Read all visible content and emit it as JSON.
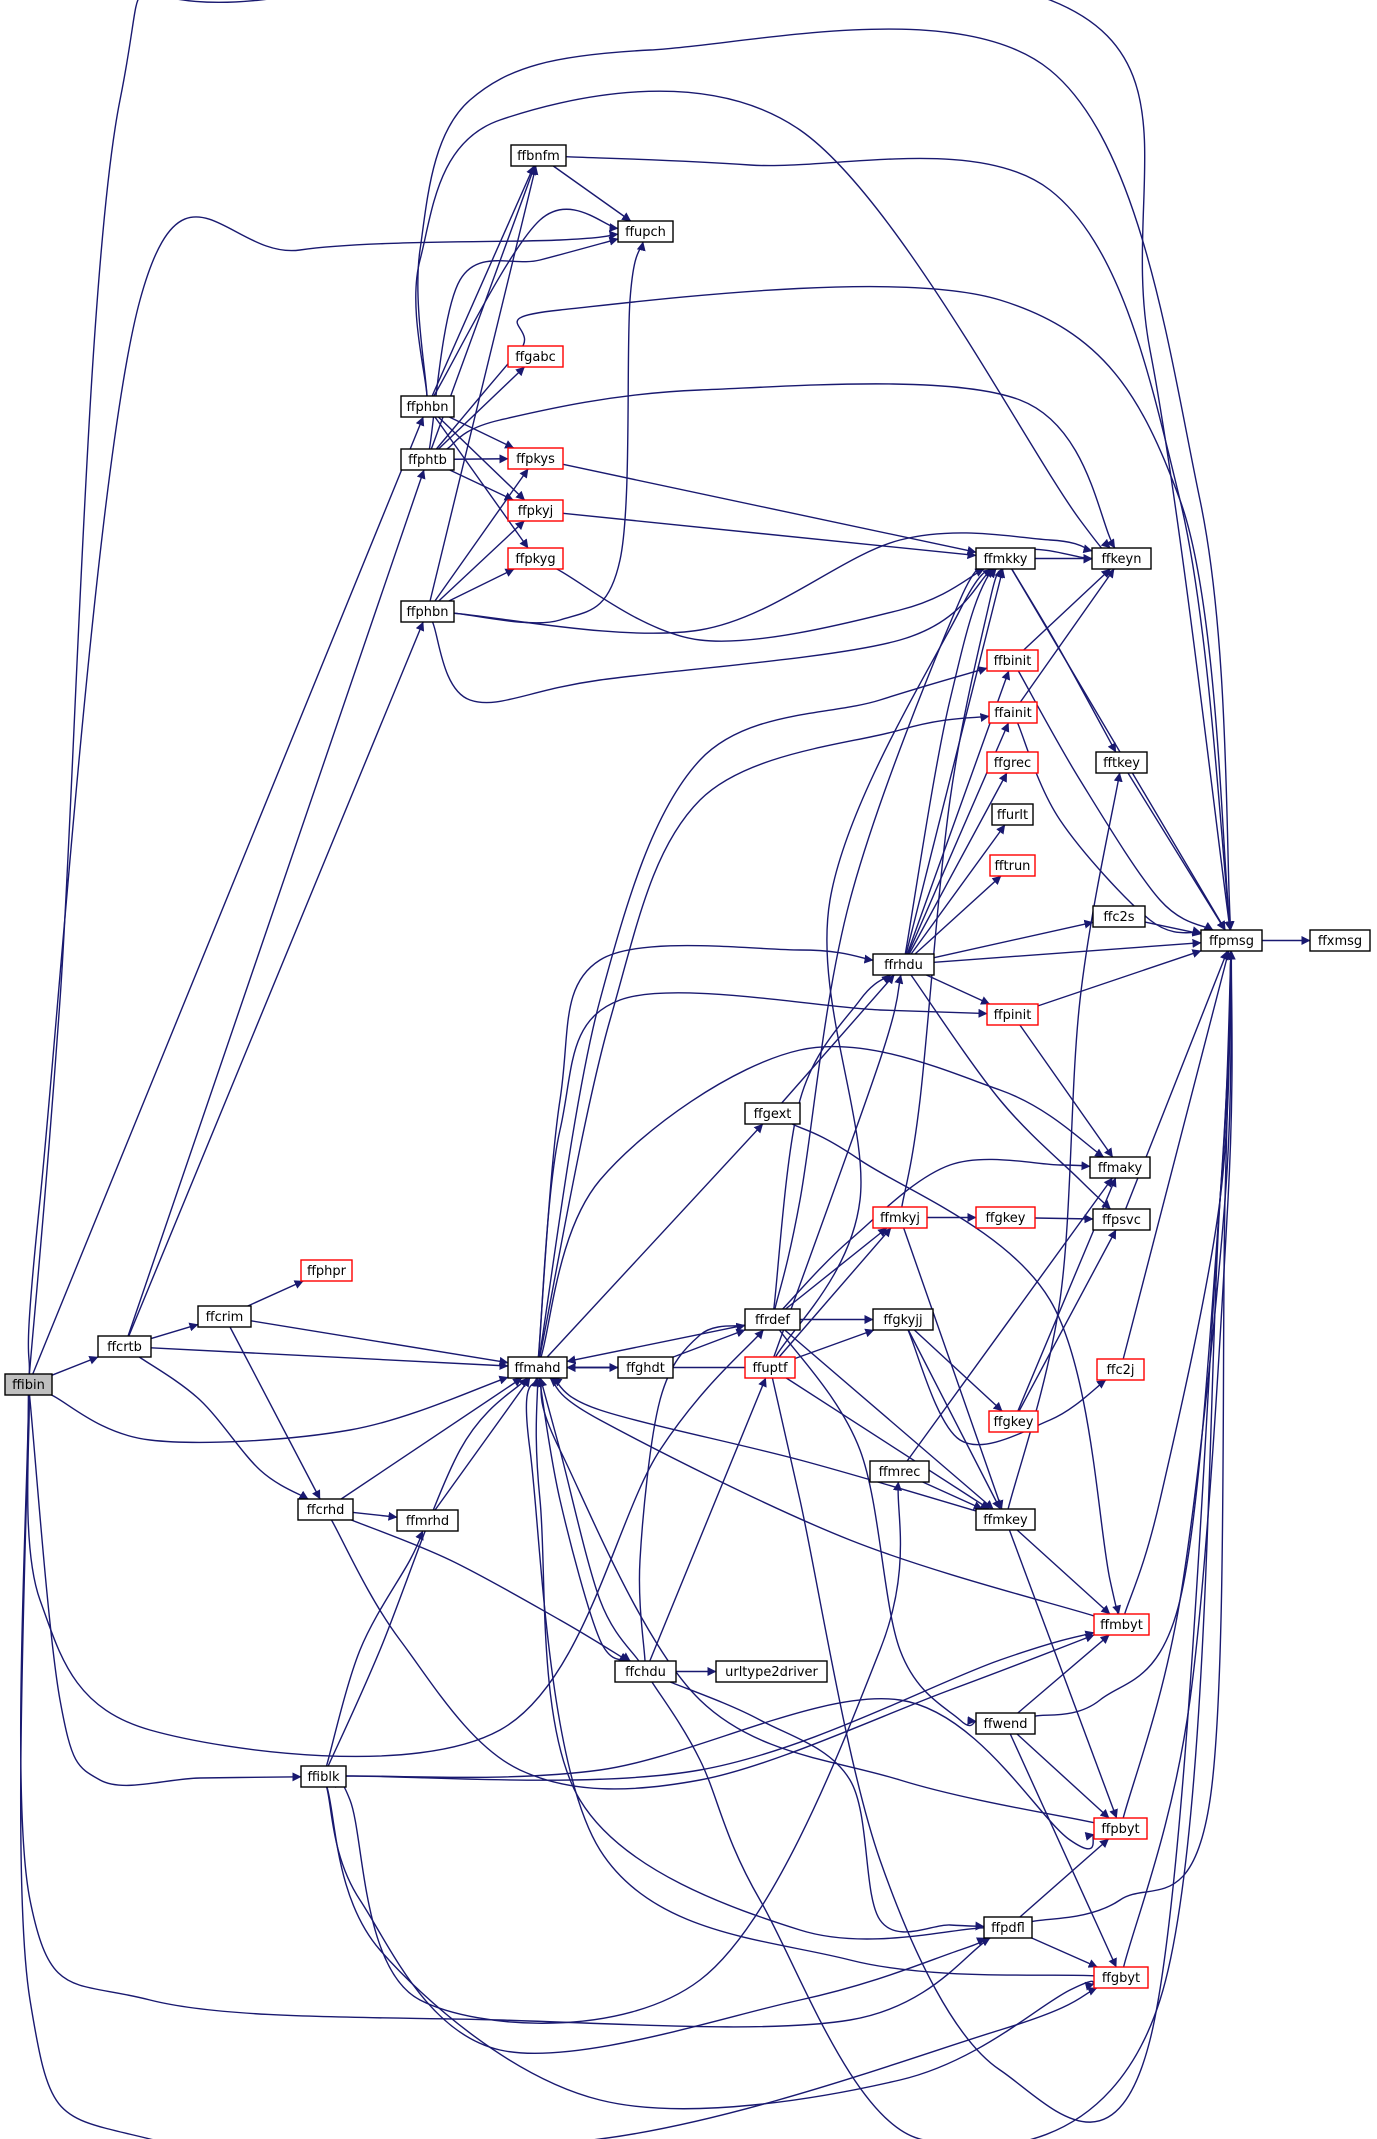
{
  "diagram": {
    "kind": "call-graph",
    "colors": {
      "edge": "#191970",
      "node_border": "#000000",
      "truncated_border": "#ff0000",
      "root_fill": "#bfbfbf"
    },
    "nodes": [
      {
        "id": "ffibin",
        "label": "ffibin",
        "root": true
      },
      {
        "id": "ffcrtb",
        "label": "ffcrtb"
      },
      {
        "id": "ffcrim",
        "label": "ffcrim"
      },
      {
        "id": "ffphpr",
        "label": "ffphpr",
        "truncated": true
      },
      {
        "id": "ffphbn_a",
        "label": "ffphbn"
      },
      {
        "id": "ffphtb",
        "label": "ffphtb"
      },
      {
        "id": "ffphbn_b",
        "label": "ffphbn"
      },
      {
        "id": "ffbnfm",
        "label": "ffbnfm"
      },
      {
        "id": "ffupch",
        "label": "ffupch"
      },
      {
        "id": "ffgabc",
        "label": "ffgabc",
        "truncated": true
      },
      {
        "id": "ffpkys",
        "label": "ffpkys",
        "truncated": true
      },
      {
        "id": "ffpkyj",
        "label": "ffpkyj",
        "truncated": true
      },
      {
        "id": "ffpkyg",
        "label": "ffpkyg",
        "truncated": true
      },
      {
        "id": "ffmahd",
        "label": "ffmahd"
      },
      {
        "id": "ffghdt",
        "label": "ffghdt"
      },
      {
        "id": "ffcrhd",
        "label": "ffcrhd"
      },
      {
        "id": "ffmrhd",
        "label": "ffmrhd"
      },
      {
        "id": "ffiblk",
        "label": "ffiblk"
      },
      {
        "id": "ffchdu",
        "label": "ffchdu"
      },
      {
        "id": "urltype2driver",
        "label": "urltype2driver"
      },
      {
        "id": "ffgext",
        "label": "ffgext"
      },
      {
        "id": "ffrdef",
        "label": "ffrdef"
      },
      {
        "id": "ffuptf",
        "label": "ffuptf",
        "truncated": true
      },
      {
        "id": "ffmkyj",
        "label": "ffmkyj",
        "truncated": true
      },
      {
        "id": "ffgkyjj",
        "label": "ffgkyjj"
      },
      {
        "id": "ffmrec",
        "label": "ffmrec"
      },
      {
        "id": "ffmkey",
        "label": "ffmkey"
      },
      {
        "id": "ffwend",
        "label": "ffwend"
      },
      {
        "id": "ffpdfl",
        "label": "ffpdfl"
      },
      {
        "id": "ffrhdu",
        "label": "ffrhdu"
      },
      {
        "id": "ffmkky",
        "label": "ffmkky"
      },
      {
        "id": "ffbinit",
        "label": "ffbinit",
        "truncated": true
      },
      {
        "id": "ffainit",
        "label": "ffainit",
        "truncated": true
      },
      {
        "id": "ffgrec",
        "label": "ffgrec",
        "truncated": true
      },
      {
        "id": "ffurlt",
        "label": "ffurlt"
      },
      {
        "id": "fftrun",
        "label": "fftrun",
        "truncated": true
      },
      {
        "id": "ffpinit",
        "label": "ffpinit",
        "truncated": true
      },
      {
        "id": "ffgkey_a",
        "label": "ffgkey",
        "truncated": true
      },
      {
        "id": "ffgkey_b",
        "label": "ffgkey",
        "truncated": true
      },
      {
        "id": "ffkeyn",
        "label": "ffkeyn"
      },
      {
        "id": "fftkey",
        "label": "fftkey"
      },
      {
        "id": "ffc2s",
        "label": "ffc2s"
      },
      {
        "id": "ffmaky",
        "label": "ffmaky"
      },
      {
        "id": "ffpsvc",
        "label": "ffpsvc"
      },
      {
        "id": "ffc2j",
        "label": "ffc2j",
        "truncated": true
      },
      {
        "id": "ffmbyt",
        "label": "ffmbyt",
        "truncated": true
      },
      {
        "id": "ffpbyt",
        "label": "ffpbyt",
        "truncated": true
      },
      {
        "id": "ffgbyt",
        "label": "ffgbyt",
        "truncated": true
      },
      {
        "id": "ffpmsg",
        "label": "ffpmsg"
      },
      {
        "id": "ffxmsg",
        "label": "ffxmsg"
      }
    ],
    "edges": [
      [
        "ffibin",
        "ffcrtb"
      ],
      [
        "ffibin",
        "ffphbn_a"
      ],
      [
        "ffibin",
        "ffmahd"
      ],
      [
        "ffibin",
        "ffiblk"
      ],
      [
        "ffibin",
        "ffupch"
      ],
      [
        "ffibin",
        "ffpmsg"
      ],
      [
        "ffibin",
        "ffrdef"
      ],
      [
        "ffibin",
        "ffpdfl"
      ],
      [
        "ffibin",
        "ffgbyt"
      ],
      [
        "ffcrtb",
        "ffcrim"
      ],
      [
        "ffcrtb",
        "ffphtb"
      ],
      [
        "ffcrtb",
        "ffphbn_b"
      ],
      [
        "ffcrtb",
        "ffmahd"
      ],
      [
        "ffcrtb",
        "ffcrhd"
      ],
      [
        "ffcrim",
        "ffphpr"
      ],
      [
        "ffcrim",
        "ffmahd"
      ],
      [
        "ffcrim",
        "ffcrhd"
      ],
      [
        "ffphbn_a",
        "ffbnfm"
      ],
      [
        "ffphbn_a",
        "ffupch"
      ],
      [
        "ffphbn_a",
        "ffpkys"
      ],
      [
        "ffphbn_a",
        "ffpkyj"
      ],
      [
        "ffphbn_a",
        "ffpkyg"
      ],
      [
        "ffphbn_a",
        "ffpmsg"
      ],
      [
        "ffphbn_a",
        "ffkeyn"
      ],
      [
        "ffphtb",
        "ffbnfm"
      ],
      [
        "ffphtb",
        "ffupch"
      ],
      [
        "ffphtb",
        "ffgabc"
      ],
      [
        "ffphtb",
        "ffpkys"
      ],
      [
        "ffphtb",
        "ffpkyj"
      ],
      [
        "ffphtb",
        "ffpmsg"
      ],
      [
        "ffphtb",
        "ffkeyn"
      ],
      [
        "ffphbn_b",
        "ffbnfm"
      ],
      [
        "ffphbn_b",
        "ffupch"
      ],
      [
        "ffphbn_b",
        "ffpkys"
      ],
      [
        "ffphbn_b",
        "ffpkyj"
      ],
      [
        "ffphbn_b",
        "ffpkyg"
      ],
      [
        "ffphbn_b",
        "ffmkky"
      ],
      [
        "ffphbn_b",
        "ffkeyn"
      ],
      [
        "ffbnfm",
        "ffupch"
      ],
      [
        "ffbnfm",
        "ffpmsg"
      ],
      [
        "ffpkys",
        "ffmkky"
      ],
      [
        "ffpkyj",
        "ffmkky"
      ],
      [
        "ffpkyg",
        "ffmkky"
      ],
      [
        "ffmahd",
        "ffghdt"
      ],
      [
        "ffmahd",
        "ffchdu"
      ],
      [
        "ffmahd",
        "ffgext"
      ],
      [
        "ffmahd",
        "ffrhdu"
      ],
      [
        "ffmahd",
        "ffbinit"
      ],
      [
        "ffmahd",
        "ffainit"
      ],
      [
        "ffmahd",
        "ffpinit"
      ],
      [
        "ffmahd",
        "ffmaky"
      ],
      [
        "ffghdt",
        "ffmahd"
      ],
      [
        "ffghdt",
        "ffrdef"
      ],
      [
        "ffcrhd",
        "ffmahd"
      ],
      [
        "ffcrhd",
        "ffmrhd"
      ],
      [
        "ffcrhd",
        "ffchdu"
      ],
      [
        "ffcrhd",
        "ffmbyt"
      ],
      [
        "ffmrhd",
        "ffmahd"
      ],
      [
        "ffiblk",
        "ffmahd"
      ],
      [
        "ffiblk",
        "ffmrhd"
      ],
      [
        "ffiblk",
        "ffmrec"
      ],
      [
        "ffiblk",
        "ffmbyt"
      ],
      [
        "ffiblk",
        "ffpbyt"
      ],
      [
        "ffiblk",
        "ffpdfl"
      ],
      [
        "ffiblk",
        "ffgbyt"
      ],
      [
        "ffchdu",
        "urltype2driver"
      ],
      [
        "ffchdu",
        "ffmahd"
      ],
      [
        "ffchdu",
        "ffrdef"
      ],
      [
        "ffchdu",
        "ffuptf"
      ],
      [
        "ffchdu",
        "ffpdfl"
      ],
      [
        "ffchdu",
        "ffpmsg"
      ],
      [
        "ffgext",
        "ffrhdu"
      ],
      [
        "ffgext",
        "ffmbyt"
      ],
      [
        "ffrdef",
        "ffmahd"
      ],
      [
        "ffrdef",
        "ffrhdu"
      ],
      [
        "ffrdef",
        "ffmkyj"
      ],
      [
        "ffrdef",
        "ffgkyjj"
      ],
      [
        "ffrdef",
        "ffmkey"
      ],
      [
        "ffrdef",
        "ffwend"
      ],
      [
        "ffrdef",
        "ffmaky"
      ],
      [
        "ffrdef",
        "ffmkky"
      ],
      [
        "ffuptf",
        "ffmahd"
      ],
      [
        "ffuptf",
        "ffgkyjj"
      ],
      [
        "ffuptf",
        "ffmkyj"
      ],
      [
        "ffuptf",
        "ffmkey"
      ],
      [
        "ffuptf",
        "ffrhdu"
      ],
      [
        "ffuptf",
        "ffmkky"
      ],
      [
        "ffuptf",
        "ffpmsg"
      ],
      [
        "ffmkyj",
        "ffgkey_a"
      ],
      [
        "ffmkyj",
        "ffmkey"
      ],
      [
        "ffmkyj",
        "ffmkky"
      ],
      [
        "ffgkyjj",
        "ffgkey_b"
      ],
      [
        "ffgkyjj",
        "ffc2j"
      ],
      [
        "ffgkyjj",
        "ffmkey"
      ],
      [
        "ffmrec",
        "ffmkey"
      ],
      [
        "ffmrec",
        "ffmaky"
      ],
      [
        "ffmkey",
        "ffmahd"
      ],
      [
        "ffmkey",
        "ffmbyt"
      ],
      [
        "ffmkey",
        "ffpbyt"
      ],
      [
        "ffmkey",
        "fftkey"
      ],
      [
        "ffwend",
        "ffmbyt"
      ],
      [
        "ffwend",
        "ffpbyt"
      ],
      [
        "ffwend",
        "ffgbyt"
      ],
      [
        "ffwend",
        "ffpmsg"
      ],
      [
        "ffpdfl",
        "ffmahd"
      ],
      [
        "ffpdfl",
        "ffpbyt"
      ],
      [
        "ffpdfl",
        "ffgbyt"
      ],
      [
        "ffpdfl",
        "ffpmsg"
      ],
      [
        "ffrhdu",
        "ffmkky"
      ],
      [
        "ffrhdu",
        "ffbinit"
      ],
      [
        "ffrhdu",
        "ffainit"
      ],
      [
        "ffrhdu",
        "ffgrec"
      ],
      [
        "ffrhdu",
        "ffurlt"
      ],
      [
        "ffrhdu",
        "fftrun"
      ],
      [
        "ffrhdu",
        "ffc2s"
      ],
      [
        "ffrhdu",
        "ffpmsg"
      ],
      [
        "ffrhdu",
        "ffpinit"
      ],
      [
        "ffrhdu",
        "ffpsvc"
      ],
      [
        "ffrhdu",
        "ffkeyn"
      ],
      [
        "ffmkky",
        "ffkeyn"
      ],
      [
        "ffmkky",
        "fftkey"
      ],
      [
        "ffmkky",
        "ffpmsg"
      ],
      [
        "ffbinit",
        "ffkeyn"
      ],
      [
        "ffbinit",
        "ffpmsg"
      ],
      [
        "ffainit",
        "ffkeyn"
      ],
      [
        "ffainit",
        "ffpmsg"
      ],
      [
        "ffpinit",
        "ffpmsg"
      ],
      [
        "ffpinit",
        "ffmaky"
      ],
      [
        "ffgkey_a",
        "ffpsvc"
      ],
      [
        "ffgkey_b",
        "ffpsvc"
      ],
      [
        "ffgkey_b",
        "ffmaky"
      ],
      [
        "fftkey",
        "ffpmsg"
      ],
      [
        "ffc2s",
        "ffpmsg"
      ],
      [
        "ffpsvc",
        "ffpmsg"
      ],
      [
        "ffc2j",
        "ffpmsg"
      ],
      [
        "ffmbyt",
        "ffmahd"
      ],
      [
        "ffmbyt",
        "ffpmsg"
      ],
      [
        "ffpbyt",
        "ffmahd"
      ],
      [
        "ffpbyt",
        "ffpmsg"
      ],
      [
        "ffgbyt",
        "ffmahd"
      ],
      [
        "ffgbyt",
        "ffpmsg"
      ],
      [
        "ffpmsg",
        "ffxmsg"
      ]
    ]
  }
}
